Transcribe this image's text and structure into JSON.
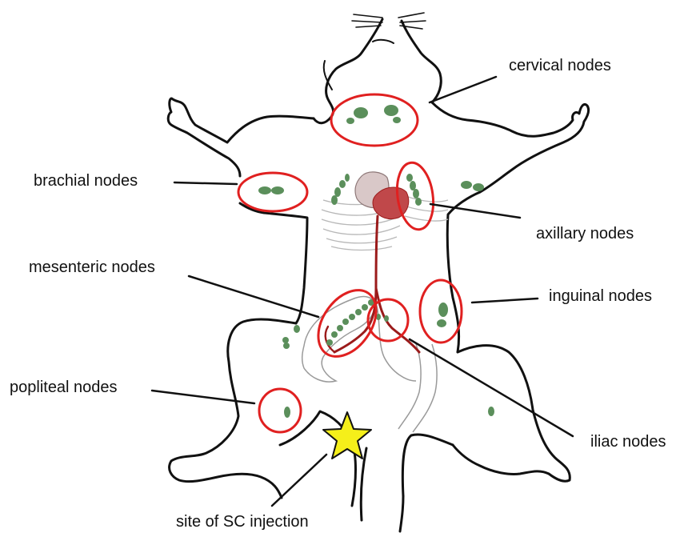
{
  "labels": {
    "cervical": "cervical nodes",
    "brachial": "brachial nodes",
    "axillary": "axillary nodes",
    "mesenteric": "mesenteric nodes",
    "inguinal": "inguinal nodes",
    "popliteal": "popliteal nodes",
    "iliac": "iliac nodes",
    "injection_site": "site of SC injection"
  },
  "colors": {
    "outline": "#111111",
    "node": "#5b8f5b",
    "circle": "#e02020",
    "heart": "#c0484a",
    "heart_light": "#d9c8c8",
    "vessel": "#9b1b1b",
    "organ_outline": "#9a9a9a",
    "star": "#f5ef1a"
  },
  "icons": {
    "injection_marker": "star-icon"
  }
}
